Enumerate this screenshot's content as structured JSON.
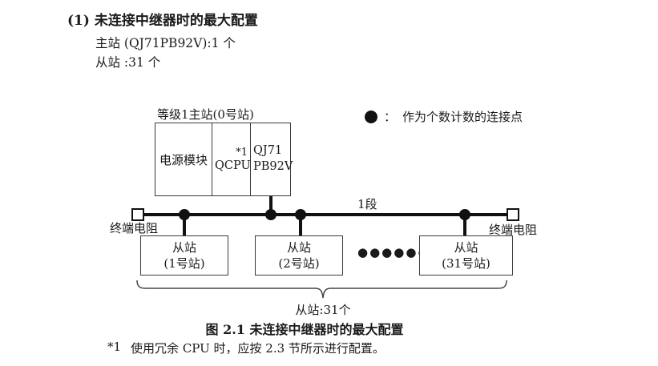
{
  "page": {
    "title": "(1) 未连接中继器时的最大配置",
    "subtitle_line1": "主站 (QJ71PB92V):1 个",
    "subtitle_line2": "从站 :31 个",
    "caption": "图 2.1 未连接中继器时的最大配置",
    "footnote_marker": "*1",
    "footnote_text": "使用冗余 CPU 时，应按 2.3 节所示进行配置。"
  },
  "legend": {
    "separator": "：",
    "text": "作为个数计数的连接点"
  },
  "diagram": {
    "master_label": "等级1主站(0号站)",
    "master_cells": {
      "power": "电源模块",
      "cpu": "QCPU",
      "cpu_note": "*1",
      "pb_line1": "QJ71",
      "pb_line2": "PB92V"
    },
    "segment_label": "1段",
    "terminator_left": "终端电阻",
    "terminator_right": "终端电阻",
    "slaves": [
      {
        "name": "从站",
        "station": "(1号站)"
      },
      {
        "name": "从站",
        "station": "(2号站)"
      },
      {
        "name": "从站",
        "station": "(31号站)"
      }
    ],
    "ellipsis_icon": "●●●●●●",
    "brace_label": "从站:31个"
  },
  "colors": {
    "ink": "#1a1a1a",
    "line": "#111111",
    "box_border": "#3a3a3a",
    "background": "#ffffff"
  }
}
